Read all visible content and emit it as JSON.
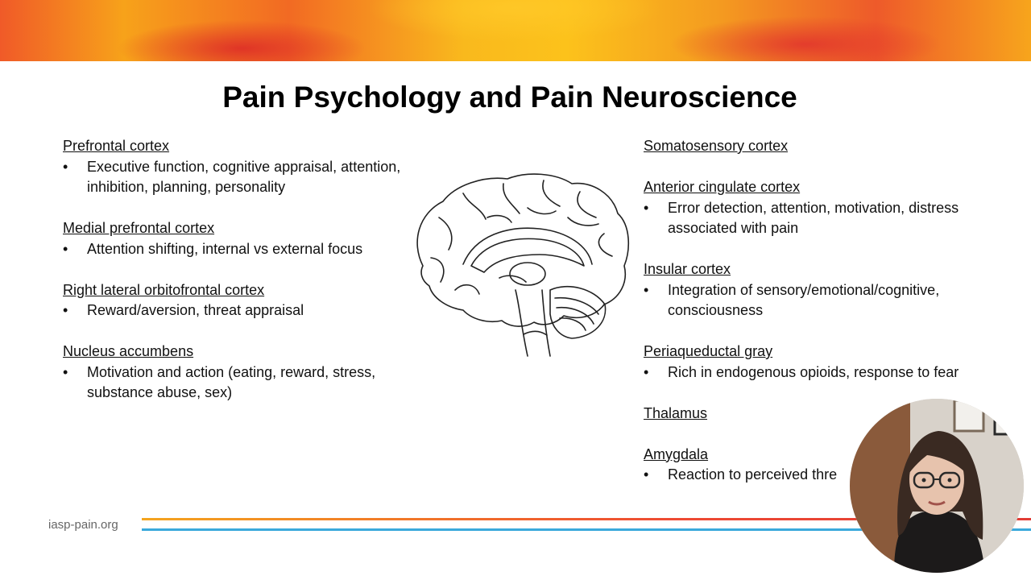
{
  "title": "Pain Psychology and Pain Neuroscience",
  "left_sections": [
    {
      "heading": "Prefrontal cortex",
      "bullet": "Executive function, cognitive appraisal, attention, inhibition, planning, personality"
    },
    {
      "heading": "Medial prefrontal cortex",
      "bullet": "Attention shifting, internal vs external focus"
    },
    {
      "heading": "Right lateral orbitofrontal cortex",
      "bullet": "Reward/aversion, threat appraisal"
    },
    {
      "heading": "Nucleus accumbens",
      "bullet": "Motivation and action (eating, reward, stress, substance abuse, sex)"
    }
  ],
  "right_sections": [
    {
      "heading": "Somatosensory cortex"
    },
    {
      "heading": "Anterior cingulate cortex",
      "bullet": "Error detection, attention, motivation, distress associated with pain"
    },
    {
      "heading": "Insular cortex",
      "bullet": "Integration of sensory/emotional/cognitive, consciousness"
    },
    {
      "heading": "Periaqueductal gray",
      "bullet": "Rich in endogenous opioids, response to fear"
    },
    {
      "heading": "Thalamus"
    },
    {
      "heading": "Amygdala",
      "bullet": "Reaction to perceived thre"
    }
  ],
  "bullet_char": "•",
  "footer": {
    "url": "iasp-pain.org"
  },
  "icons": {
    "brain": "brain-illustration",
    "presenter": "presenter-webcam"
  },
  "colors": {
    "banner_orange": "#f05a28",
    "banner_yellow": "#fcc21b",
    "line_orange": "#ee4a33",
    "line_blue": "#3aa9dc"
  }
}
